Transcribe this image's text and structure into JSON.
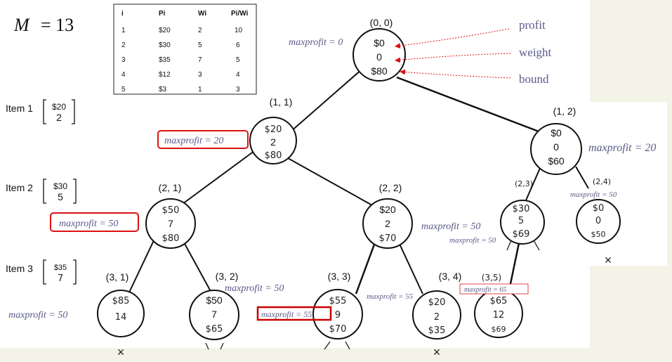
{
  "capacity": {
    "label": "M",
    "eq": "= 13"
  },
  "table": {
    "headers": [
      "i",
      "Pi",
      "Wi",
      "Pi/Wi"
    ],
    "rows": [
      [
        "1",
        "$20",
        "2",
        "10"
      ],
      [
        "2",
        "$30",
        "5",
        "6"
      ],
      [
        "3",
        "$35",
        "7",
        "5"
      ],
      [
        "4",
        "$12",
        "3",
        "4"
      ],
      [
        "5",
        "$3",
        "1",
        "3"
      ]
    ]
  },
  "items": [
    {
      "label": "Item 1",
      "top": "$20",
      "bottom": "2"
    },
    {
      "label": "Item 2",
      "top": "$30",
      "bottom": "5"
    },
    {
      "label": "Item 3",
      "top": "$35",
      "bottom": "7"
    }
  ],
  "annotations": {
    "profit": "profit",
    "weight": "weight",
    "bound": "bound"
  },
  "nodes": {
    "n00": {
      "label": "(0, 0)",
      "profit": "$0",
      "weight": "0",
      "bound": "$80"
    },
    "n11": {
      "label": "(1, 1)",
      "profit": "$20",
      "weight": "2",
      "bound": "$80"
    },
    "n12": {
      "label": "(1, 2)",
      "profit": "$0",
      "weight": "0",
      "bound": "$60"
    },
    "n21": {
      "label": "(2, 1)",
      "profit": "$50",
      "weight": "7",
      "bound": "$80"
    },
    "n22": {
      "label": "(2, 2)",
      "profit": "$20",
      "weight": "2",
      "bound": "$70"
    },
    "n23": {
      "label": "(2,3)",
      "profit": "$30",
      "weight": "5",
      "bound": "$69"
    },
    "n24": {
      "label": "(2,4)",
      "profit": "$0",
      "weight": "0",
      "bound": "$50"
    },
    "n31": {
      "label": "(3, 1)",
      "profit": "$85",
      "weight": "14",
      "bound": ""
    },
    "n32": {
      "label": "(3, 2)",
      "profit": "$50",
      "weight": "7",
      "bound": "$65"
    },
    "n33": {
      "label": "(3, 3)",
      "profit": "$55",
      "weight": "9",
      "bound": "$70"
    },
    "n34": {
      "label": "(3, 4)",
      "profit": "$20",
      "weight": "2",
      "bound": "$35"
    },
    "n35": {
      "label": "(3,5)",
      "profit": "$65",
      "weight": "12",
      "bound": "$69"
    }
  },
  "maxprofit": {
    "root": "maxprofit = 0",
    "n11": "maxprofit = 20",
    "n12": "maxprofit = 20",
    "n21": "maxprofit = 50",
    "n23a": "maxprofit = 50",
    "n23b": "maxprofit = 50",
    "n24": "maxprofit = 50",
    "n31": "maxprofit = 50",
    "n32": "maxprofit = 50",
    "n33a": "maxprofit = 55",
    "n33b": "maxprofit = 55",
    "n35": "maxprofit = 65"
  },
  "marks": {
    "cross": "×"
  }
}
